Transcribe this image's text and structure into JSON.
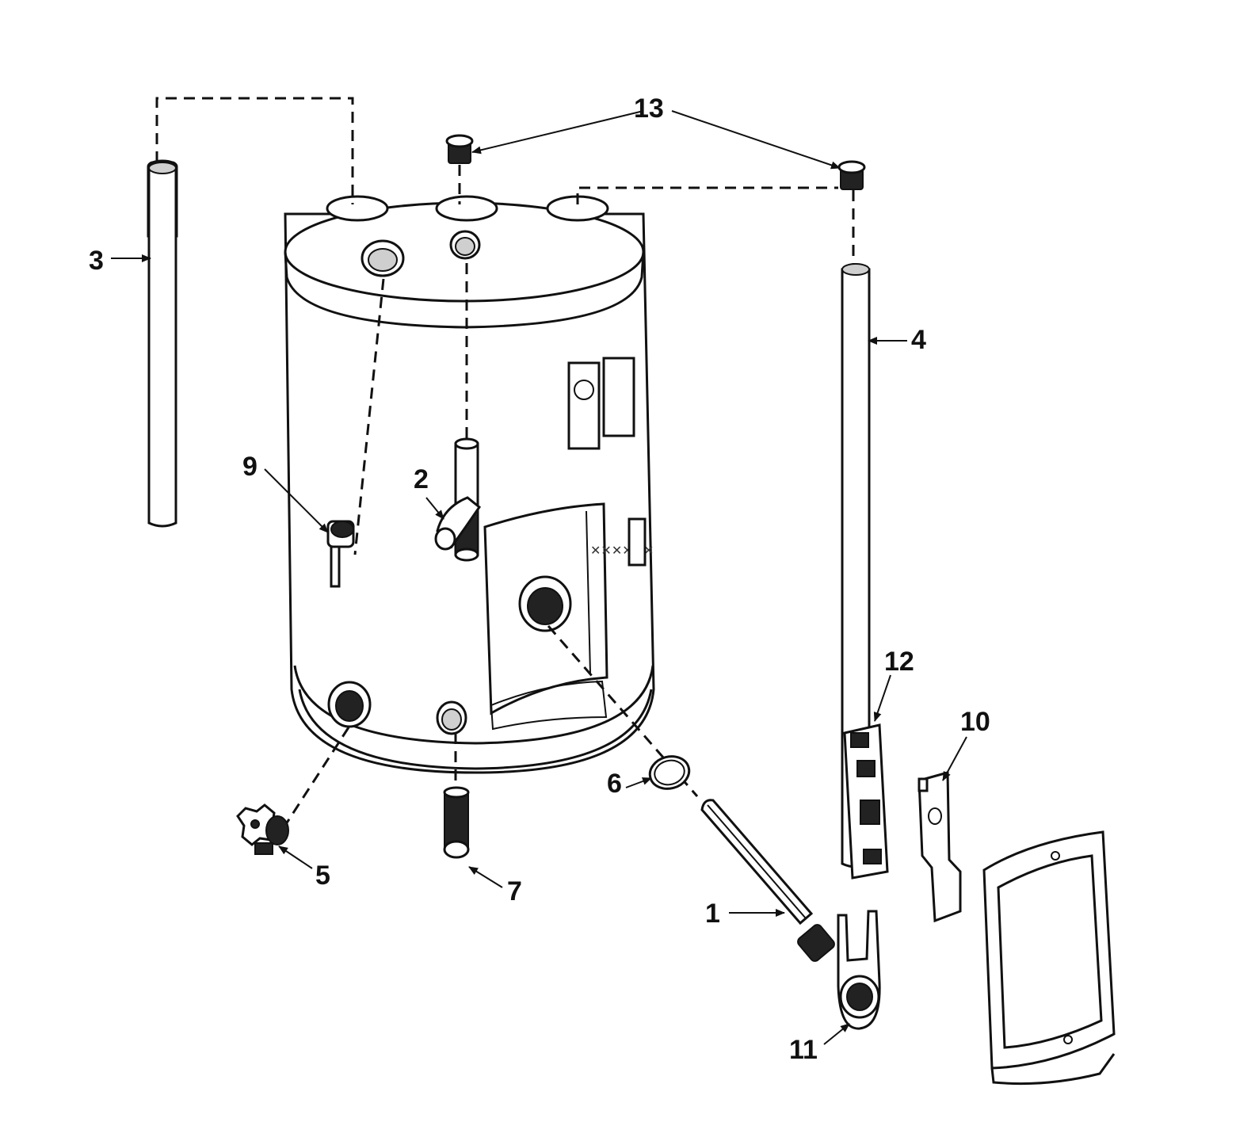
{
  "callouts": [
    {
      "id": "1",
      "label": "1"
    },
    {
      "id": "2",
      "label": "2"
    },
    {
      "id": "3",
      "label": "3"
    },
    {
      "id": "4",
      "label": "4"
    },
    {
      "id": "5",
      "label": "5"
    },
    {
      "id": "6",
      "label": "6"
    },
    {
      "id": "7",
      "label": "7"
    },
    {
      "id": "9",
      "label": "9"
    },
    {
      "id": "10",
      "label": "10"
    },
    {
      "id": "11",
      "label": "11"
    },
    {
      "id": "12",
      "label": "12"
    },
    {
      "id": "13",
      "label": "13"
    }
  ]
}
